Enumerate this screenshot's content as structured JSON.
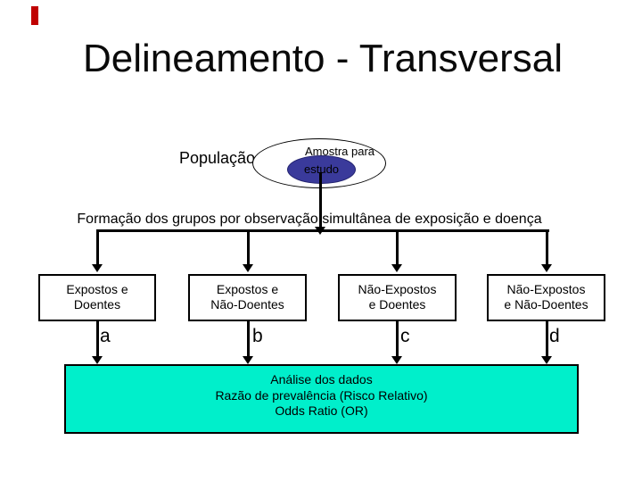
{
  "slide": {
    "title": "Delineamento - Transversal",
    "population": {
      "label": "População",
      "sample_line1": "Amostra para",
      "sample_line2": "estudo"
    },
    "caption": "Formação dos grupos por observação simultânea de exposição e doença",
    "groups": [
      {
        "line1": "Expostos e",
        "line2": "Doentes",
        "cell": "a"
      },
      {
        "line1": "Expostos e",
        "line2": "Não-Doentes",
        "cell": "b"
      },
      {
        "line1": "Não-Expostos",
        "line2": "e Doentes",
        "cell": "c"
      },
      {
        "line1": "Não-Expostos",
        "line2": "e Não-Doentes",
        "cell": "d"
      }
    ],
    "analysis": {
      "line1": "Análise dos dados",
      "line2": "Razão de prevalência (Risco Relativo)",
      "line3": "Odds Ratio (OR)"
    },
    "colors": {
      "sample_fill": "#3a3a9b",
      "analysis_fill": "#00efcb",
      "marker_red": "#c00000",
      "line_black": "#000000"
    }
  }
}
